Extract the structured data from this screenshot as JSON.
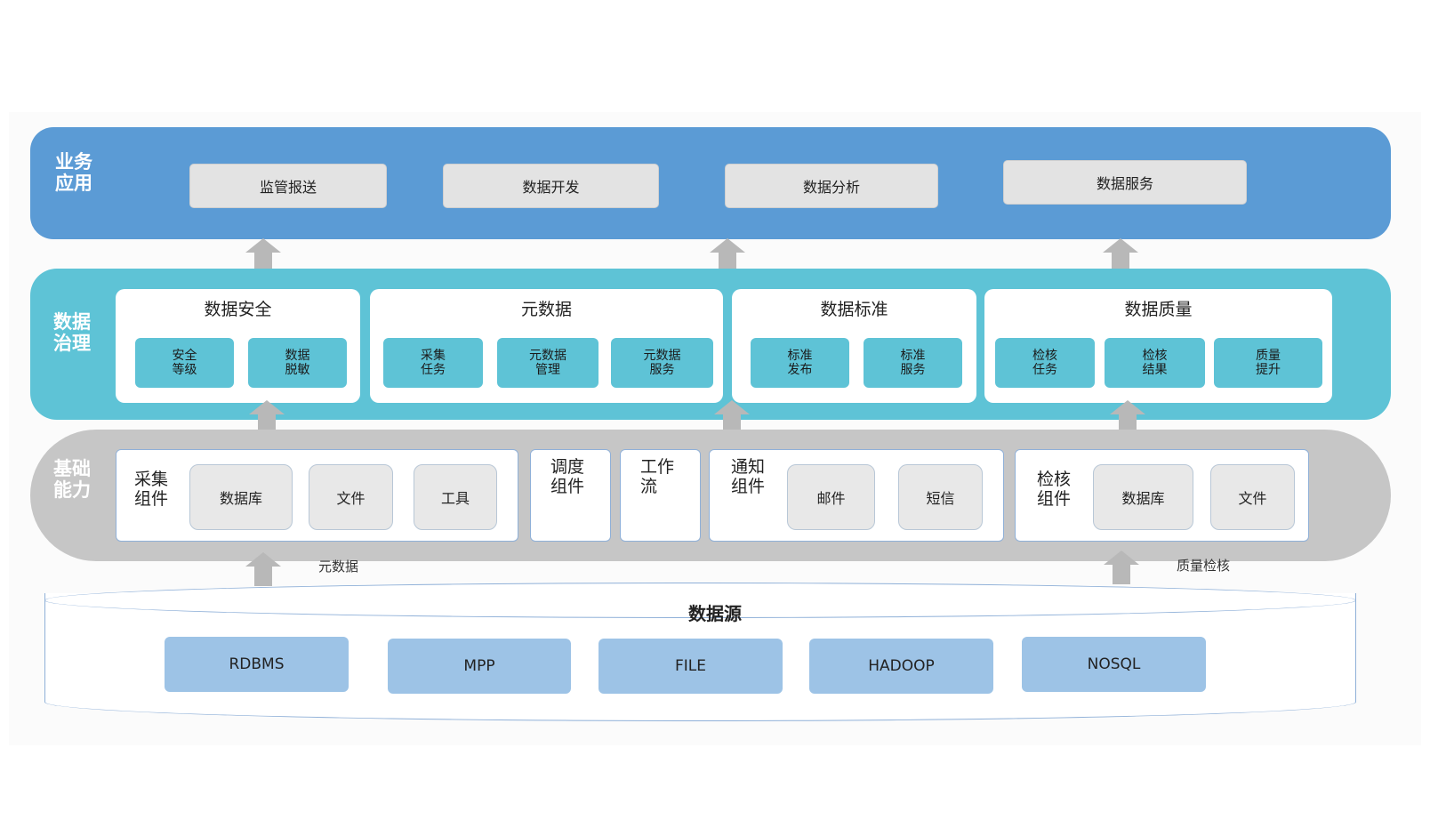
{
  "business_layer": {
    "title": "业务\n应用",
    "apps": [
      "监管报送",
      "数据开发",
      "数据分析",
      "数据服务"
    ]
  },
  "governance_layer": {
    "title": "数据\n治理",
    "panels": [
      {
        "title": "数据安全",
        "items": [
          "安全\n等级",
          "数据\n脱敏"
        ]
      },
      {
        "title": "元数据",
        "items": [
          "采集\n任务",
          "元数据\n管理",
          "元数据\n服务"
        ]
      },
      {
        "title": "数据标准",
        "items": [
          "标准\n发布",
          "标准\n服务"
        ]
      },
      {
        "title": "数据质量",
        "items": [
          "检核\n任务",
          "检核\n结果",
          "质量\n提升"
        ]
      }
    ]
  },
  "foundation_layer": {
    "title": "基础\n能力",
    "collect": {
      "label": "采集\n组件",
      "items": [
        "数据库",
        "文件",
        "工具"
      ]
    },
    "schedule": {
      "label": "调度\n组件"
    },
    "workflow": {
      "label": "工作\n流"
    },
    "notify": {
      "label": "通知\n组件",
      "items": [
        "邮件",
        "短信"
      ]
    },
    "check": {
      "label": "检核\n组件",
      "items": [
        "数据库",
        "文件"
      ]
    }
  },
  "arrows": {
    "left_label": "元数据",
    "right_label": "质量检核"
  },
  "data_source": {
    "title": "数据源",
    "items": [
      "RDBMS",
      "MPP",
      "FILE",
      "HADOOP",
      "NOSQL"
    ]
  },
  "colors": {
    "business": "#5b9bd5",
    "governance": "#5ec3d6",
    "foundation": "#c6c6c6",
    "source_chip": "#9dc3e6",
    "arrow": "#b8b8b8"
  }
}
